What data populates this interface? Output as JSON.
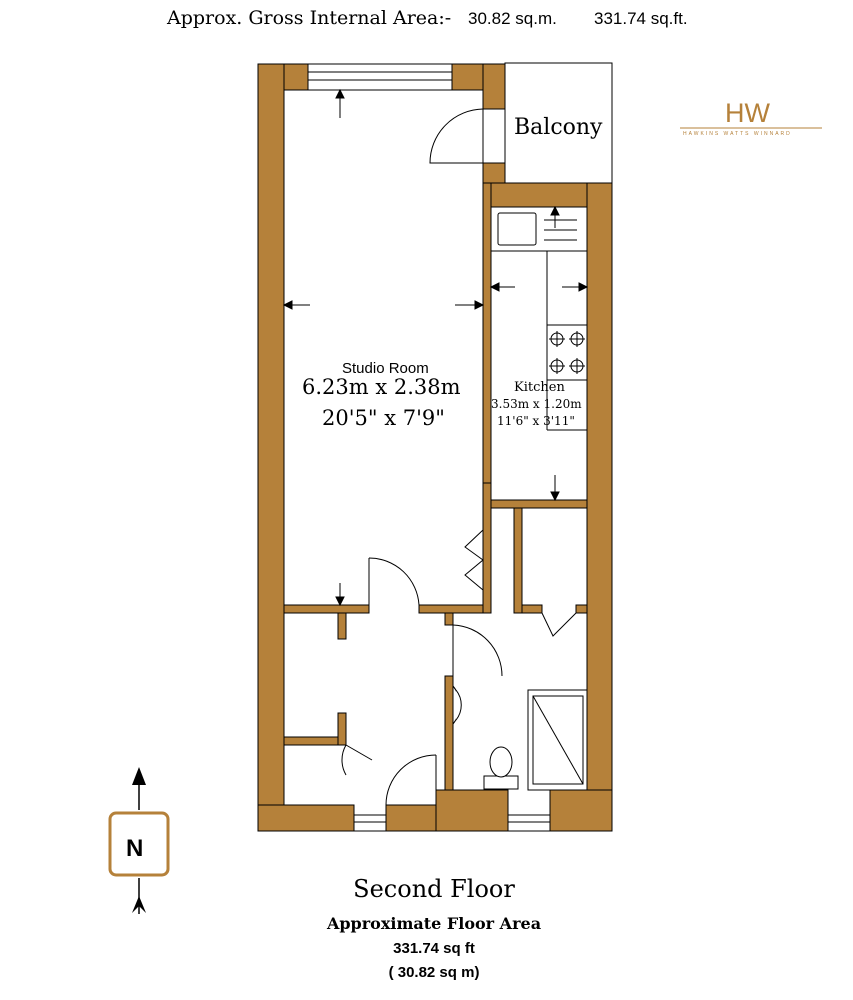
{
  "header": {
    "label": "Approx. Gross Internal Area:-",
    "sqm": "30.82 sq.m.",
    "sqft": "331.74  sq.ft."
  },
  "logo": {
    "monogram": "HW",
    "tagline": "HAWKINS WATTS WINNARD"
  },
  "rooms": {
    "balcony": "Balcony",
    "studio": {
      "name": "Studio Room",
      "metric": "6.23m x 2.38m",
      "imperial": "20'5\" x 7'9\""
    },
    "kitchen": {
      "name": "Kitchen",
      "metric": "3.53m x 1.20m",
      "imperial": "11'6\" x 3'11\""
    }
  },
  "compass": {
    "letter": "N"
  },
  "footer": {
    "floor": "Second Floor",
    "title": "Approximate Floor Area",
    "sqft": "331.74 sq ft",
    "sqm": "( 30.82 sq m)"
  },
  "colors": {
    "wall": "#B5813A",
    "line": "#000000",
    "logo": "#B5813A",
    "background": "#FFFFFF"
  }
}
